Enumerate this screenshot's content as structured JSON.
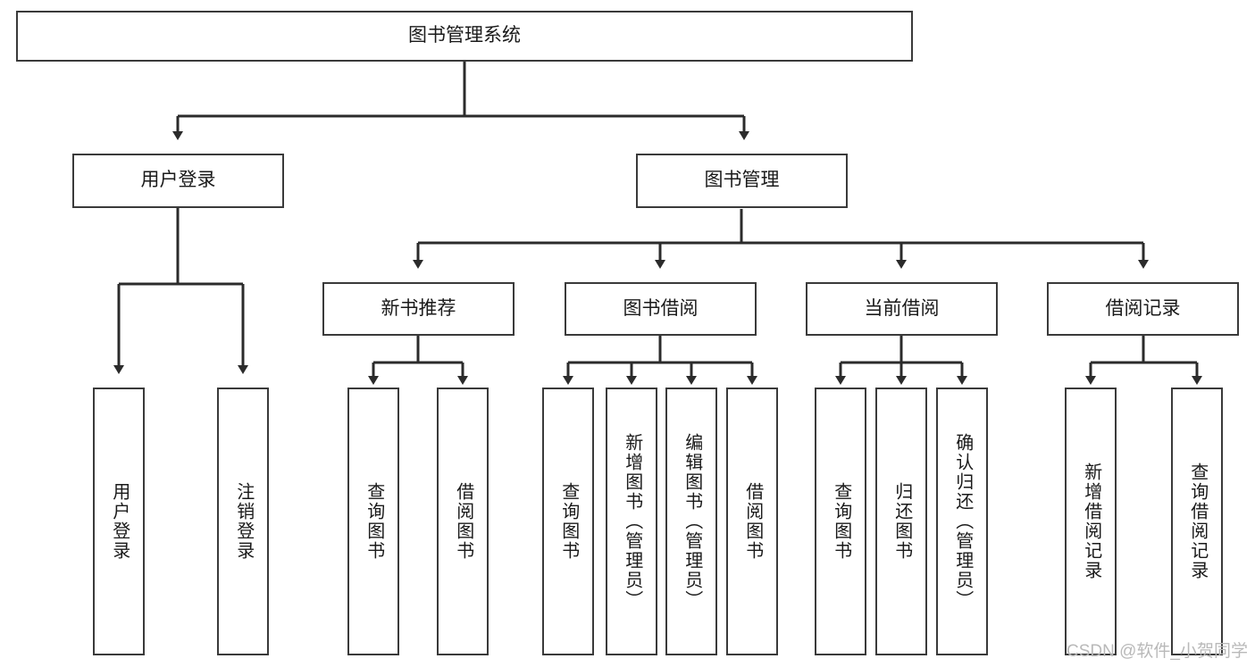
{
  "diagram": {
    "title": "图书管理系统",
    "type": "hierarchy-tree",
    "root": {
      "label": "图书管理系统"
    },
    "level2": [
      {
        "label": "用户登录"
      },
      {
        "label": "图书管理"
      }
    ],
    "level3": [
      {
        "label": "新书推荐"
      },
      {
        "label": "图书借阅"
      },
      {
        "label": "当前借阅"
      },
      {
        "label": "借阅记录"
      }
    ],
    "leaves": {
      "user_login": [
        {
          "label": "用户登录"
        },
        {
          "label": "注销登录"
        }
      ],
      "new_book_recommend": [
        {
          "label": "查询图书"
        },
        {
          "label": "借阅图书"
        }
      ],
      "book_borrow": [
        {
          "label": "查询图书"
        },
        {
          "label": "新增图书（管理员）"
        },
        {
          "label": "编辑图书（管理员）"
        },
        {
          "label": "借阅图书"
        }
      ],
      "current_borrow": [
        {
          "label": "查询图书"
        },
        {
          "label": "归还图书"
        },
        {
          "label": "确认归还（管理员）"
        }
      ],
      "borrow_record": [
        {
          "label": "新增借阅记录"
        },
        {
          "label": "查询借阅记录"
        }
      ]
    }
  },
  "watermark": {
    "text": "CSDN @软件_小贺同学"
  },
  "colors": {
    "stroke": "#3a3a3a",
    "background": "#ffffff",
    "text": "#1a1a1a",
    "watermark": "#b9b9b9"
  }
}
